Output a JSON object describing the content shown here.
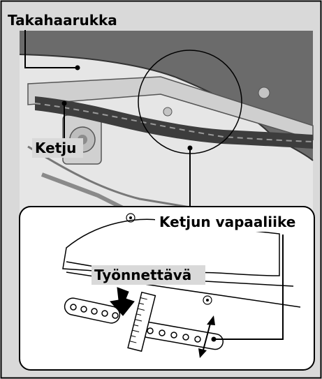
{
  "labels": {
    "swingarm": "Takahaarukka",
    "chain": "Ketju",
    "chain_slack": "Ketjun vapaaliike",
    "push_point": "Työnnettävä"
  },
  "colors": {
    "frame_background": "#d9d9d9",
    "frame_border": "#000000",
    "drawing_line": "#000000",
    "body_dark": "#6b6b6b",
    "inset_background": "#ffffff"
  },
  "icons": {
    "push_direction": "arrow-down-icon",
    "slack_measure": "double-arrow-icon"
  }
}
